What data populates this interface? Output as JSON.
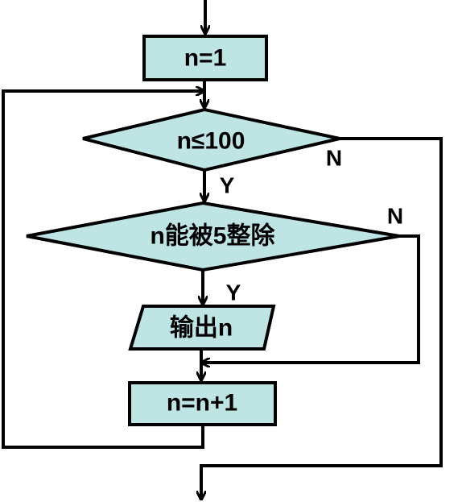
{
  "flowchart": {
    "start_box": "n=1",
    "condition": "n≤100",
    "check": "n能被5整除",
    "output": "输出n",
    "increment": "n=n+1",
    "yes": "Y",
    "no": "N"
  },
  "colors": {
    "fill": "#bfe4e4",
    "stroke": "#000000"
  }
}
